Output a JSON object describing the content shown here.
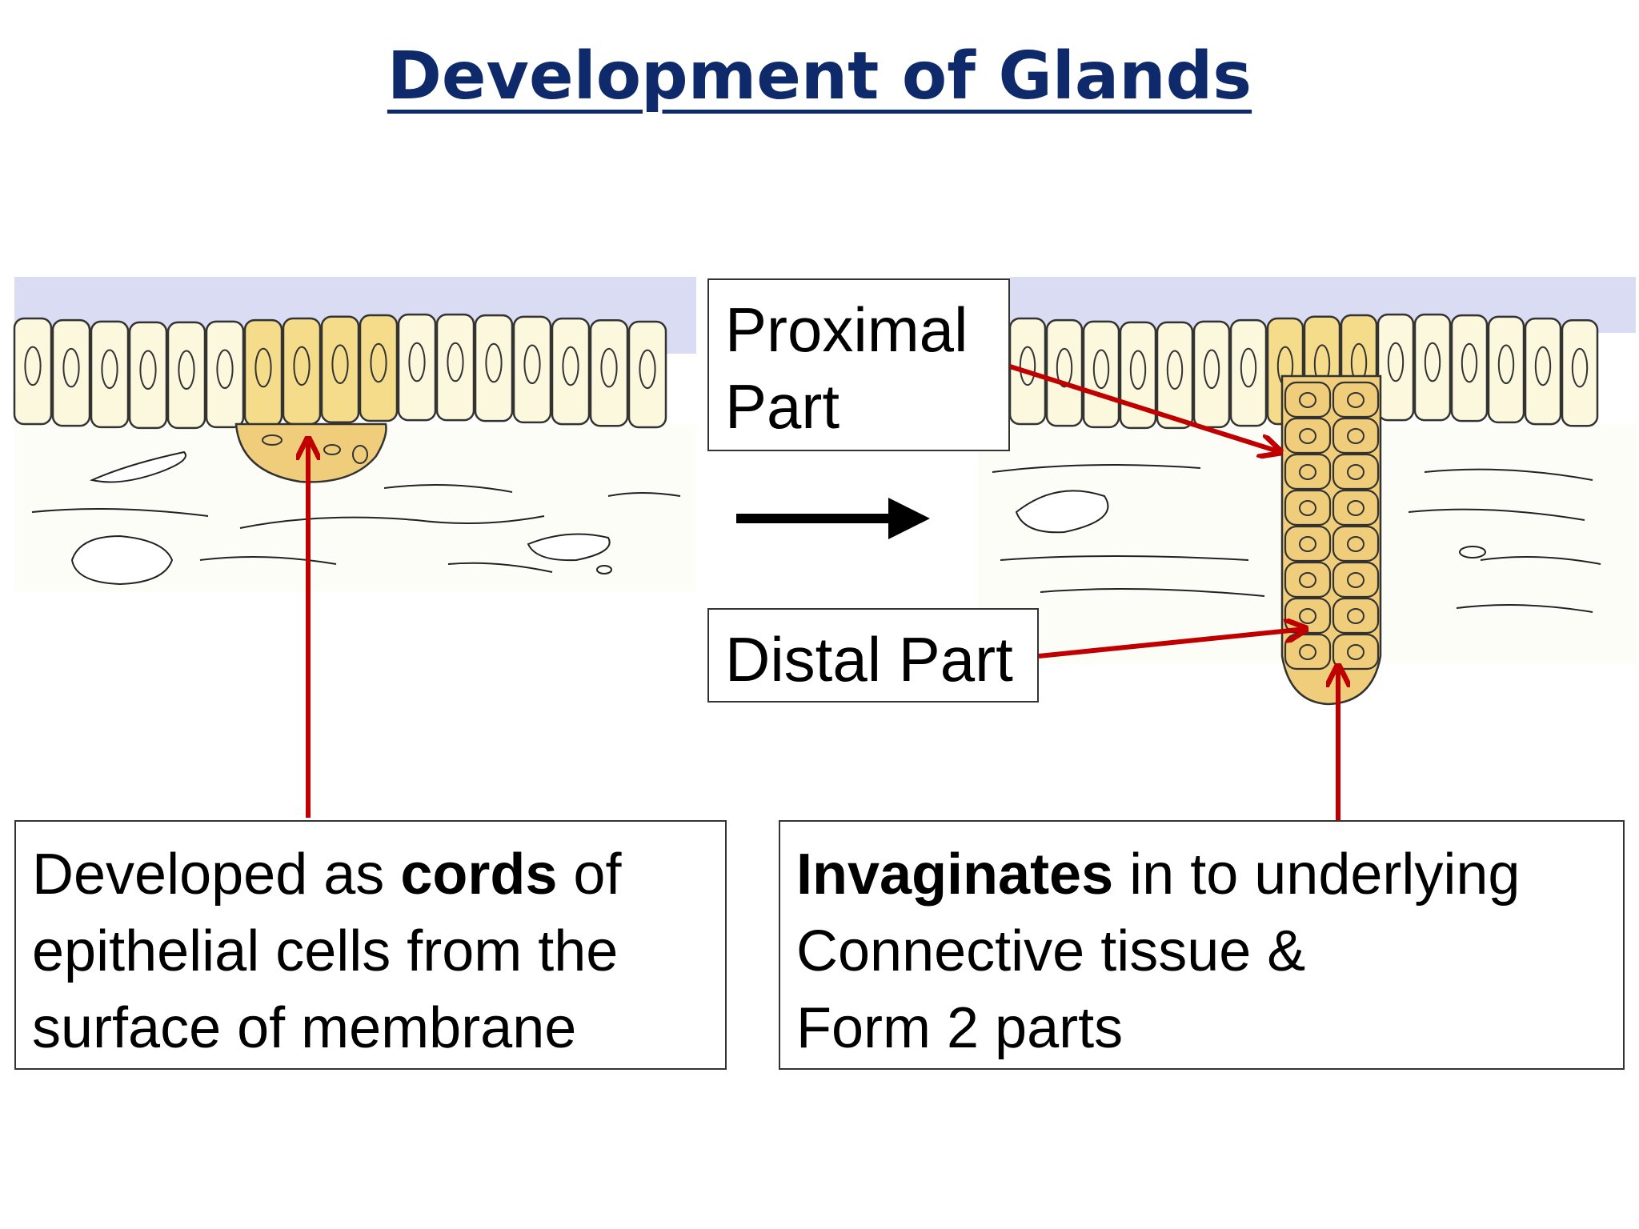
{
  "title": "Development of Glands",
  "labels": {
    "proximal_line1": "Proximal",
    "proximal_line2": "Part",
    "distal": "Distal Part"
  },
  "left_caption": {
    "t1": "Developed as ",
    "b1": "cords",
    "t2": " of",
    "line2": "epithelial cells from the",
    "line3": "surface of membrane"
  },
  "right_caption": {
    "b1": "Invaginates",
    "t1": " in to underlying",
    "line2": "Connective tissue &",
    "line3": "Form 2 parts"
  },
  "colors": {
    "title": "#0e2a6b",
    "arrow_red": "#c00000",
    "lumen": "#d9dcf3",
    "cell_plain": "#fbf8dd",
    "cell_gland": "#f4dc8a",
    "cell_gland_deep": "#efcd7a",
    "process_arrow": "#000000"
  }
}
